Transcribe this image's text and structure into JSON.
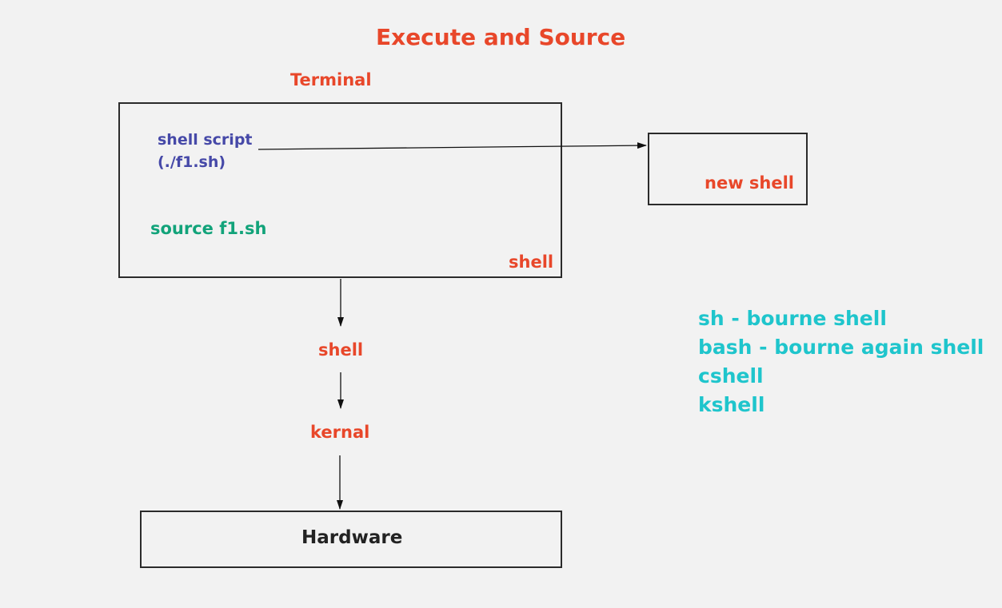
{
  "colors": {
    "background": "#f2f2f2",
    "red": "#e8472a",
    "blue": "#4649a8",
    "green": "#12a37a",
    "cyan": "#1fc5cc",
    "text_dark": "#222222",
    "border": "#2b2b2b"
  },
  "title": "Execute and Source",
  "terminal": {
    "label": "Terminal",
    "script_line1": "shell script",
    "script_line2": "(./f1.sh)",
    "source_cmd": "source f1.sh",
    "shell_label": "shell"
  },
  "new_shell": {
    "label": "new shell"
  },
  "stack": {
    "shell": "shell",
    "kernel": "kernal",
    "hardware": "Hardware"
  },
  "shell_types": [
    "sh - bourne shell",
    "bash - bourne again shell",
    "cshell",
    "kshell"
  ],
  "edges": [
    {
      "from": "terminal.script",
      "to": "new_shell"
    },
    {
      "from": "terminal",
      "to": "stack.shell"
    },
    {
      "from": "stack.shell",
      "to": "stack.kernel"
    },
    {
      "from": "stack.kernel",
      "to": "stack.hardware"
    }
  ]
}
